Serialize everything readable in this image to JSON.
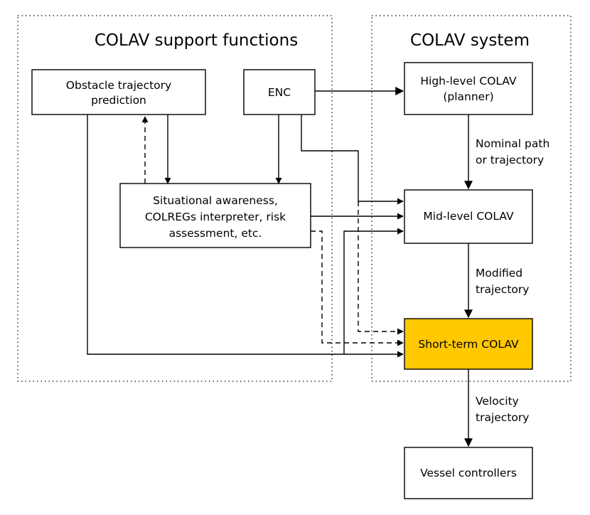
{
  "groups": {
    "support": {
      "title": "COLAV support functions"
    },
    "system": {
      "title": "COLAV system"
    }
  },
  "nodes": {
    "obstacle": {
      "line1": "Obstacle trajectory",
      "line2": "prediction"
    },
    "enc": {
      "label": "ENC"
    },
    "situational": {
      "line1": "Situational awareness,",
      "line2": "COLREGs interpreter, risk",
      "line3": "assessment, etc."
    },
    "high_level": {
      "line1": "High-level COLAV",
      "line2": "(planner)"
    },
    "mid_level": {
      "label": "Mid-level COLAV"
    },
    "short_term": {
      "label": "Short-term COLAV"
    },
    "vessel": {
      "label": "Vessel controllers"
    }
  },
  "edges": {
    "nominal": {
      "line1": "Nominal path",
      "line2": "or trajectory"
    },
    "modified": {
      "line1": "Modified",
      "line2": "trajectory"
    },
    "velocity": {
      "line1": "Velocity",
      "line2": "trajectory"
    }
  },
  "colors": {
    "highlight": "#FFC800",
    "stroke": "#000000",
    "background": "#FFFFFF"
  }
}
